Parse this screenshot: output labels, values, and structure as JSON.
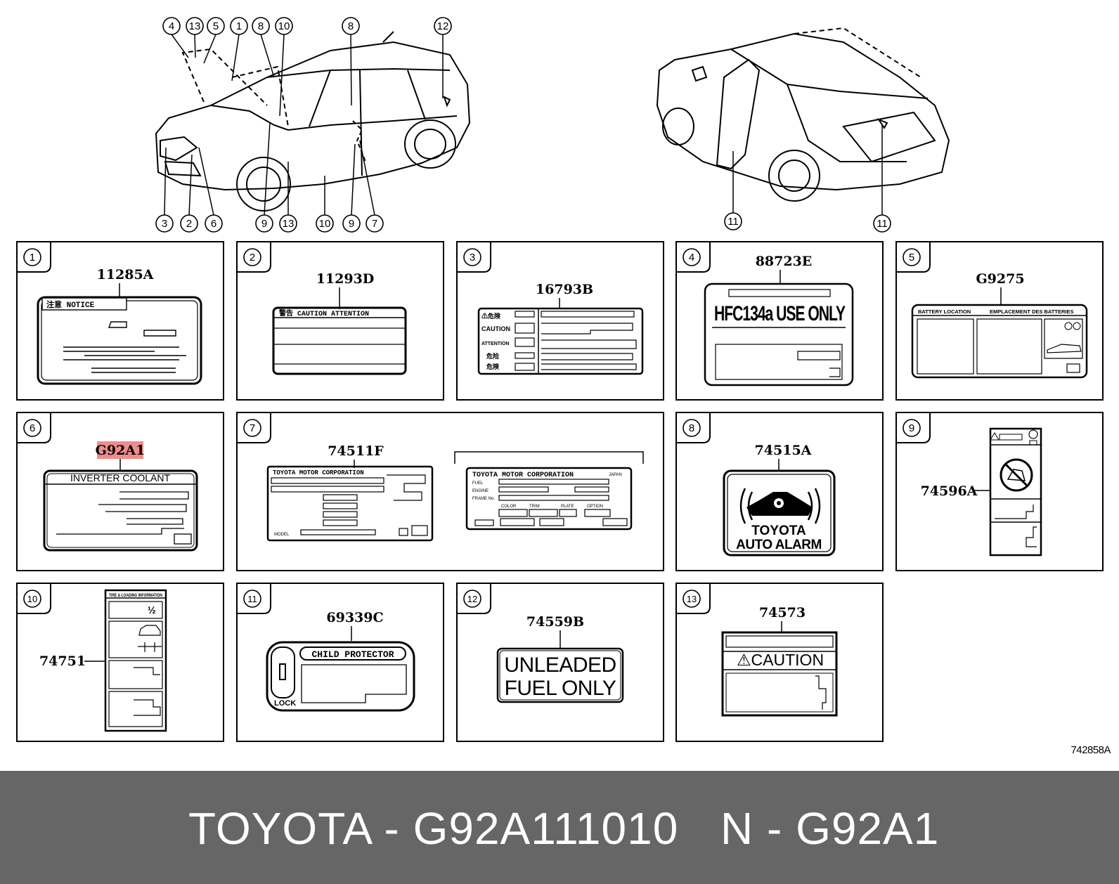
{
  "callouts_front": [
    "4",
    "13",
    "5",
    "1",
    "8",
    "10",
    "8",
    "12",
    "3",
    "2",
    "6",
    "9",
    "13",
    "10",
    "9",
    "7"
  ],
  "callouts_rear": [
    "11",
    "11"
  ],
  "panels": [
    {
      "num": "1",
      "part": "11285A",
      "texts": [
        "注意 NOTICE"
      ]
    },
    {
      "num": "2",
      "part": "11293D",
      "texts": [
        "警告 CAUTION ATTENTION"
      ]
    },
    {
      "num": "3",
      "part": "16793B",
      "texts": [
        "⚠危険",
        "CAUTION",
        "ATTENTION",
        "危险",
        "危険"
      ]
    },
    {
      "num": "4",
      "part": "88723E",
      "texts": [
        "HFC134a USE ONLY"
      ]
    },
    {
      "num": "5",
      "part": "G9275",
      "texts": [
        "BATTERY LOCATION",
        "EMPLACEMENT DES BATTERIES"
      ]
    },
    {
      "num": "6",
      "part": "G92A1",
      "texts": [
        "INVERTER COOLANT"
      ]
    },
    {
      "num": "7",
      "part": "74511F",
      "texts": [
        "TOYOTA MOTOR CORPORATION",
        "TOYOTA MOTOR CORPORATION",
        "JAPAN",
        "FUEL",
        "ENGINE",
        "FRAME No.",
        "COLOR",
        "TRIM",
        "PLATE",
        "OPTION",
        "MODEL"
      ]
    },
    {
      "num": "8",
      "part": "74515A",
      "texts": [
        "TOYOTA",
        "AUTO ALARM"
      ]
    },
    {
      "num": "9",
      "part": "74596A",
      "texts": []
    },
    {
      "num": "10",
      "part": "74751",
      "texts": [
        "TIRE & LOADING INFORMATION"
      ]
    },
    {
      "num": "11",
      "part": "69339C",
      "texts": [
        "CHILD PROTECTOR",
        "LOCK"
      ]
    },
    {
      "num": "12",
      "part": "74559B",
      "texts": [
        "UNLEADED",
        "FUEL ONLY"
      ]
    },
    {
      "num": "13",
      "part": "74573",
      "texts": [
        "⚠CAUTION"
      ]
    }
  ],
  "diagram_code": "742858A",
  "footer": {
    "brand_text": "TOYOTA - G92A111010",
    "part_text": "N - G92A1"
  },
  "colors": {
    "highlight": "#f08c8c",
    "footer_bg": "#666666"
  }
}
